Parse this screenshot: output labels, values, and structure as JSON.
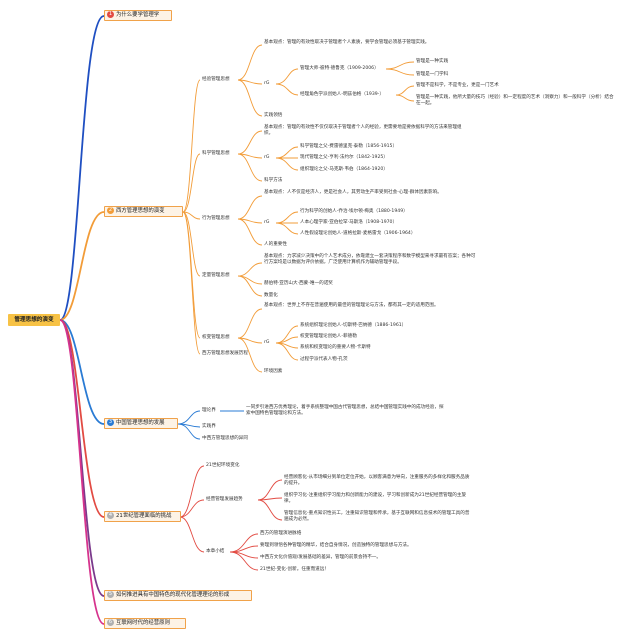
{
  "central": "管理思想的演变",
  "colors": {
    "blue": "#1f4fc2",
    "orange": "#f29c38",
    "red": "#e24b43",
    "purple": "#7b3a8c",
    "pink": "#d6338d",
    "nodeBorder": "#f0a24a",
    "nodeFill": "#fdf3e6",
    "central": "#f7c245"
  },
  "main": [
    {
      "num": "1",
      "label": "为什么要学管理学",
      "color": "#e24b43"
    },
    {
      "num": "2",
      "label": "西方管理思想的演变",
      "color": "#f29c38"
    },
    {
      "num": "3",
      "label": "中国管理思想的发展",
      "color": "#2a7bd4"
    },
    {
      "num": "4",
      "label": "21世纪管理面临的挑战",
      "color": "#b0b0b0"
    },
    {
      "num": "5",
      "label": "如何推进具有中国特色的现代化管理理论的形成",
      "color": "#b0b0b0"
    },
    {
      "num": "6",
      "label": "互联网时代的经营原则",
      "color": "#b0b0b0"
    }
  ],
  "west": {
    "exp": {
      "title": "经验管理思想",
      "basic": "基本观点：管理的有效性取决于管理者个人素质，要学会管理必须基于管理实践。",
      "rep": "rG",
      "p1": "管理大师-彼特·德鲁克（1909-2006）",
      "p1a": "管理是一种实践",
      "p1b": "管理是一门学科",
      "p2": "经理角色学派创始人-明兹伯格（1939-）",
      "p2a": "管理不是科学，不是专业，更是一门艺术",
      "p2b": "管理是一种实践，他所大量的技巧（经验）和一定程度的艺术（洞察力）和一般科学（分析）结合在一起。",
      "method": "实践领悟"
    },
    "sci": {
      "title": "科学管理思想",
      "basic": "基本观点：管理的有效性不仅仅取决于管理者个人的经验，更需要地是要依据科学的方法来管理组织。",
      "rep": "rG",
      "p1": "科学管理之父-费雷德里克·泰勒（1856-1915）",
      "p2": "现代管理之父-亨利·法约尔（1842-1925）",
      "p3": "组织理论之父-马克斯·韦伯（1864-1920）",
      "method": "科学方法"
    },
    "beh": {
      "title": "行为管理思想",
      "basic": "基本观点：人不仅是经济人，更是社会人，其劳动生产率受到社会-心理-群体因素影响。",
      "rep": "rG",
      "p1": "行为科学的创始人-乔治·埃尔顿·梅奥（1880-1949）",
      "p2": "人本心理学家-亚伯拉罕·马斯洛（1908-1970）",
      "p3": "人性假设理论创始人-道格拉斯·麦格雷戈（1906-1964）",
      "method": "人的重要性"
    },
    "quant": {
      "title": "定量管理思想",
      "basic": "基本观点：力求减少决策中的个人艺术成分，依靠建立一套决策程序和数学模型来寻求最有答案；各种可行方案均是以数据为评价依据，广泛使用计算机作为辅助管理手段。",
      "rep": "赫伯特·亚历山大·西蒙-唯一的诺奖",
      "method": "数量化"
    },
    "power": {
      "title": "权变管理思想",
      "basic": "基本观点：世界上不存在普遍使用的最佳的管理理论与方法，都有其一定的适用范围。",
      "rep": "rG",
      "p1": "系统组织理论创始人-切斯特·巴纳德（1886-1961）",
      "p2": "权变管理理论创始人-菲德勒",
      "p3": "系统和权变理论的重要人物-卡斯特",
      "p4": "过程学派代表人物-孔茨",
      "method": "环境因素"
    },
    "trend": "西方管理思想发展历程"
  },
  "china": {
    "theory": "理论界",
    "theoryNote": "一同步引进西方优秀理论，着手系统整理中国古代管理思想，总结中国管理实践中的成功经验，探索中国特色管理理论和方法。",
    "practice": "实践界",
    "diff": "中西方管理思想的异同"
  },
  "c21": {
    "change": "21世纪环境变化",
    "trendTitle": "经营管理发展趋势",
    "t1": "经营顾客化-从市场细分到单位定位开始，以顾客满意为导向，注重服务的多样化和服务品质的提升。",
    "t2": "组织学习化-注重组织学习能力和创新能力的建设，学习和创新成为21世纪经营管理的主旋律。",
    "t3": "管理信息化-重点知识性员工，注重知识管理和传承，基于互联网和信息技术的管理工具的普遍成为必然。",
    "summaryTitle": "本章小结",
    "s1": "西方的管理演进脉络",
    "s2": "要理到领悟各种管理的精华，结合自身情况，创造独特的管理思想与方法。",
    "s3": "中西方文化价值观/发展基础的差异，管理的前景会持不一。",
    "s4": "21世纪-变化-创新。任重而道远！"
  }
}
